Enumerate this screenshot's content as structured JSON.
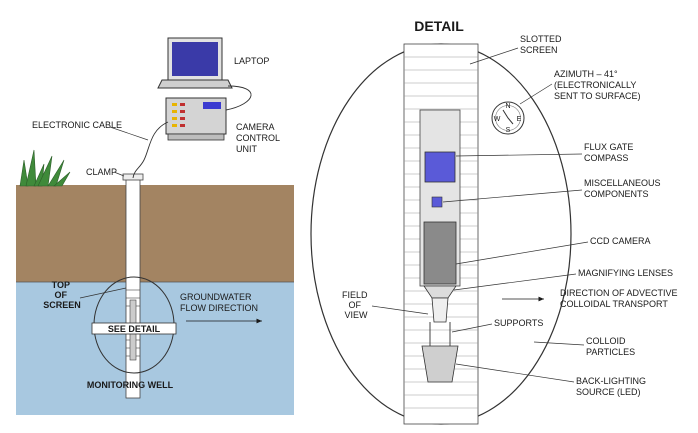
{
  "left": {
    "laptop": "LAPTOP",
    "camera_unit": [
      "CAMERA",
      "CONTROL",
      "UNIT"
    ],
    "electronic_cable": "ELECTRONIC CABLE",
    "clamp": "CLAMP",
    "top_of_screen": [
      "TOP",
      "OF",
      "SCREEN"
    ],
    "groundwater_flow": [
      "GROUNDWATER",
      "FLOW DIRECTION"
    ],
    "see_detail": "SEE DETAIL",
    "monitoring_well": "MONITORING WELL"
  },
  "detail": {
    "title": "DETAIL",
    "slotted_screen": [
      "SLOTTED",
      "SCREEN"
    ],
    "azimuth": [
      "AZIMUTH – 41°",
      "(ELECTRONICALLY",
      "SENT TO SURFACE)"
    ],
    "compass_letters": [
      "N",
      "E",
      "S",
      "W"
    ],
    "flux_gate": [
      "FLUX GATE",
      "COMPASS"
    ],
    "misc": [
      "MISCELLANEOUS",
      "COMPONENTS"
    ],
    "ccd_camera": "CCD CAMERA",
    "magnifying": "MAGNIFYING LENSES",
    "field_of_view": [
      "FIELD",
      "OF",
      "VIEW"
    ],
    "advective": [
      "DIRECTION OF ADVECTIVE",
      "COLLOIDAL TRANSPORT"
    ],
    "supports": "SUPPORTS",
    "colloid": [
      "COLLOID",
      "PARTICLES"
    ],
    "backlight": [
      "BACK-LIGHTING",
      "SOURCE (LED)"
    ]
  },
  "colors": {
    "soil": "#a38462",
    "water": "#a8c8e0",
    "grass": "#3f8a3a",
    "screen_blue": "#5a5ad8",
    "camera_gray": "#8a8a8a",
    "device_gray": "#d4d4d4"
  }
}
